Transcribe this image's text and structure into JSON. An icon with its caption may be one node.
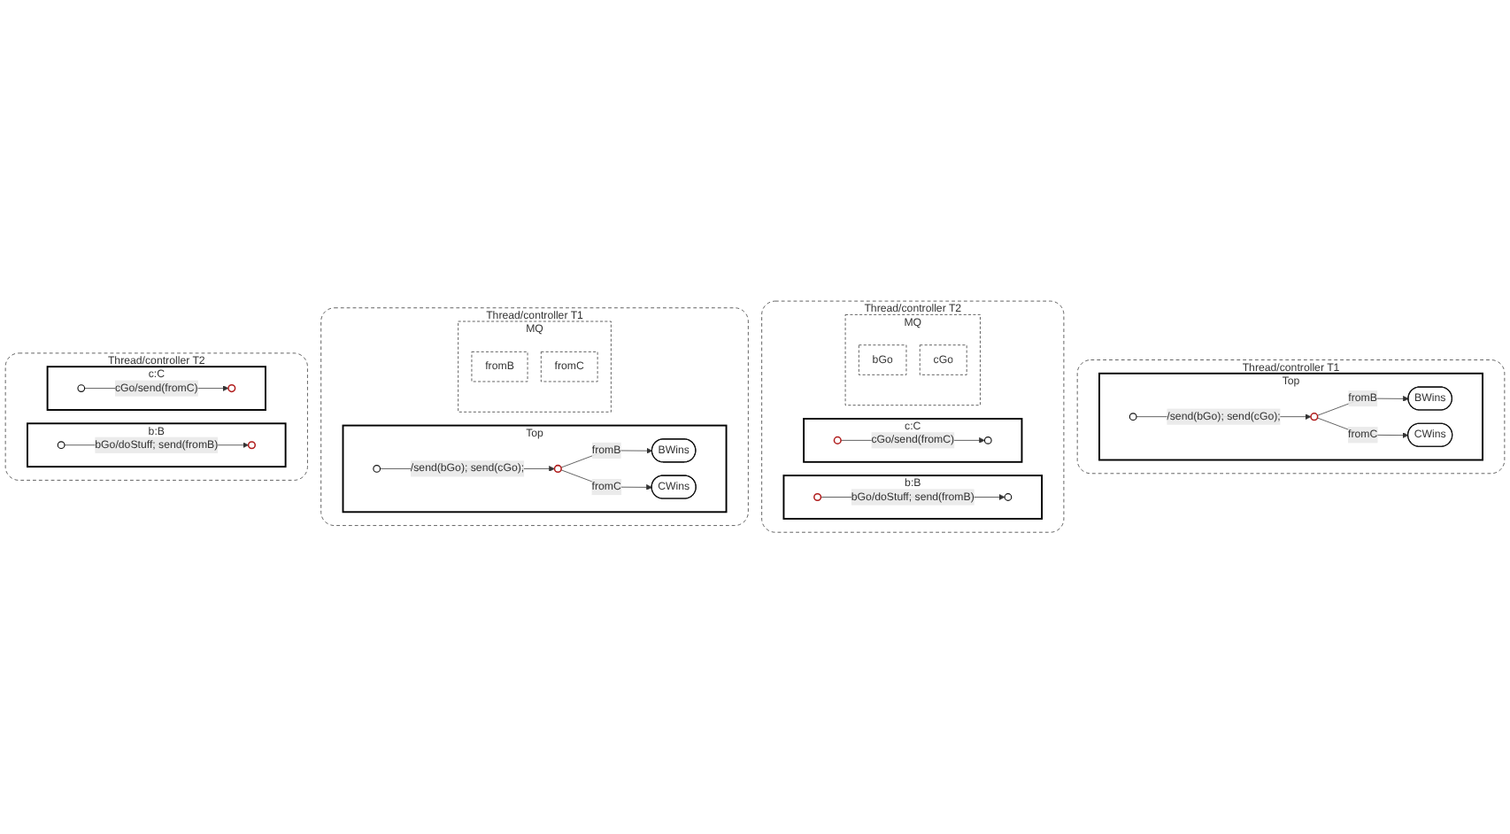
{
  "diagram": {
    "nodes": [
      {
        "text": [
          "Thread/controller T1"
        ]
      },
      {
        "text": [
          "Top"
        ],
        "in": 0
      },
      {
        "text": [],
        "shape": "circle",
        "in": 1
      },
      {
        "text": [],
        "shape": "circle",
        "in": 1
      },
      {
        "text": [
          "BWins"
        ],
        "in": 1
      },
      {
        "text": [
          "CWins"
        ],
        "in": 1
      },
      {
        "text": [
          "Thread/controller T2"
        ]
      },
      {
        "text": [
          "b:B"
        ],
        "in": 6
      },
      {
        "text": [],
        "shape": "circle",
        "in": 7
      },
      {
        "text": [],
        "shape": "circle",
        "in": 7
      },
      {
        "text": [
          "c:C"
        ],
        "in": 6
      },
      {
        "text": [],
        "shape": "circle",
        "in": 10
      },
      {
        "text": [],
        "shape": "circle",
        "in": 10
      },
      {
        "text": [
          "MQ"
        ],
        "in": 6
      },
      {
        "text": [
          "bGo"
        ],
        "in": 13
      },
      {
        "text": [
          "cGo"
        ],
        "in": 13
      },
      {
        "text": [
          "Thread/controller T1"
        ]
      },
      {
        "text": [
          "Top"
        ],
        "in": 16
      },
      {
        "text": [],
        "shape": "circle",
        "in": 17
      },
      {
        "text": [],
        "shape": "circle",
        "in": 17
      },
      {
        "text": [
          "BWins"
        ],
        "in": 17
      },
      {
        "text": [
          "CWins"
        ],
        "in": 17
      },
      {
        "text": [
          "MQ"
        ],
        "in": 16
      },
      {
        "text": [
          "fromB"
        ],
        "in": 22
      },
      {
        "text": [
          "fromC"
        ],
        "in": 22
      },
      {
        "text": [
          "Thread/controller T2"
        ]
      },
      {
        "text": [
          "b:B"
        ],
        "in": 25
      },
      {
        "text": [],
        "shape": "circle",
        "in": 26
      },
      {
        "text": [],
        "shape": "circle",
        "in": 26
      },
      {
        "text": [
          "c:C"
        ],
        "in": 25
      },
      {
        "text": [],
        "shape": "circle",
        "in": 29
      },
      {
        "text": [],
        "shape": "circle",
        "in": 29
      }
    ],
    "edges": [
      {
        "from": 2,
        "to": 3,
        "arrow": "to",
        "label": "/send(bGo); send(cGo);"
      },
      {
        "from": 3,
        "to": 4,
        "arrow": "to",
        "label": "fromB"
      },
      {
        "from": 3,
        "to": 5,
        "arrow": "to",
        "label": "fromC"
      },
      {
        "from": 8,
        "to": 9,
        "arrow": "to",
        "label": "bGo/doStuff; send(fromB)"
      },
      {
        "from": 11,
        "to": 12,
        "arrow": "to",
        "label": "cGo/send(fromC)"
      },
      {
        "from": 18,
        "to": 19,
        "arrow": "to",
        "label": "/send(bGo); send(cGo);"
      },
      {
        "from": 19,
        "to": 20,
        "arrow": "to",
        "label": "fromB"
      },
      {
        "from": 19,
        "to": 21,
        "arrow": "to",
        "label": "fromC"
      },
      {
        "from": 27,
        "to": 28,
        "arrow": "to",
        "label": "bGo/doStuff; send(fromB)"
      },
      {
        "from": 30,
        "to": 31,
        "arrow": "to",
        "label": "cGo/send(fromC)"
      }
    ]
  }
}
